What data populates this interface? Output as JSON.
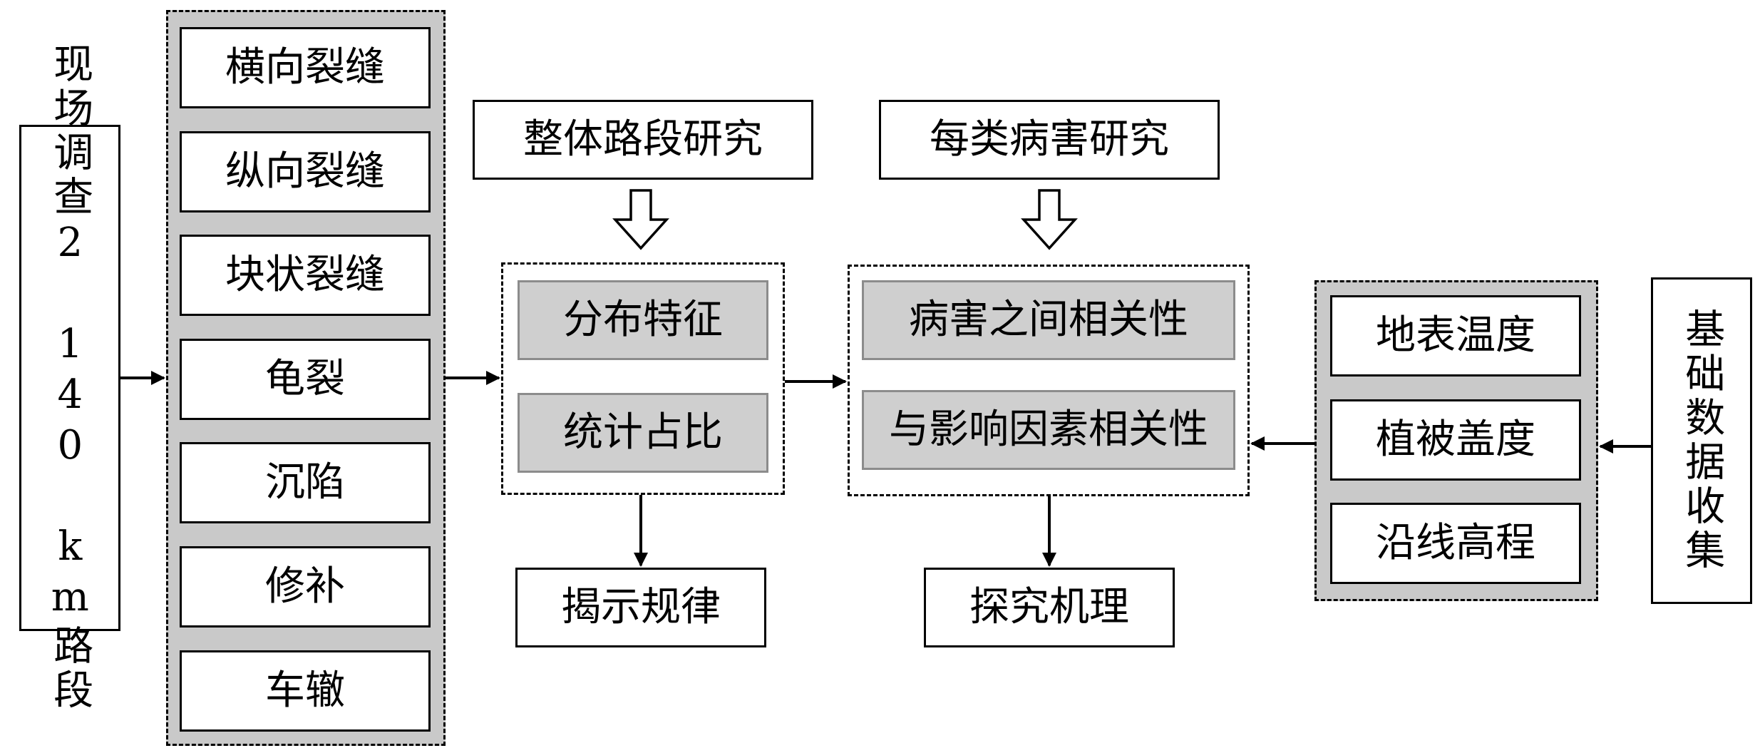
{
  "survey": {
    "label": "现场调查2 140 km路段"
  },
  "distress_types": [
    "横向裂缝",
    "纵向裂缝",
    "块状裂缝",
    "龟裂",
    "沉陷",
    "修补",
    "车辙"
  ],
  "overall_study": {
    "heading": "整体路段研究",
    "items": [
      "分布特征",
      "统计占比"
    ],
    "result": "揭示规律"
  },
  "per_type_study": {
    "heading": "每类病害研究",
    "items": [
      "病害之间相关性",
      "与影响因素相关性"
    ],
    "result": "探究机理"
  },
  "factors": [
    "地表温度",
    "植被盖度",
    "沿线高程"
  ],
  "base_data": {
    "label": "基础数据收集"
  }
}
